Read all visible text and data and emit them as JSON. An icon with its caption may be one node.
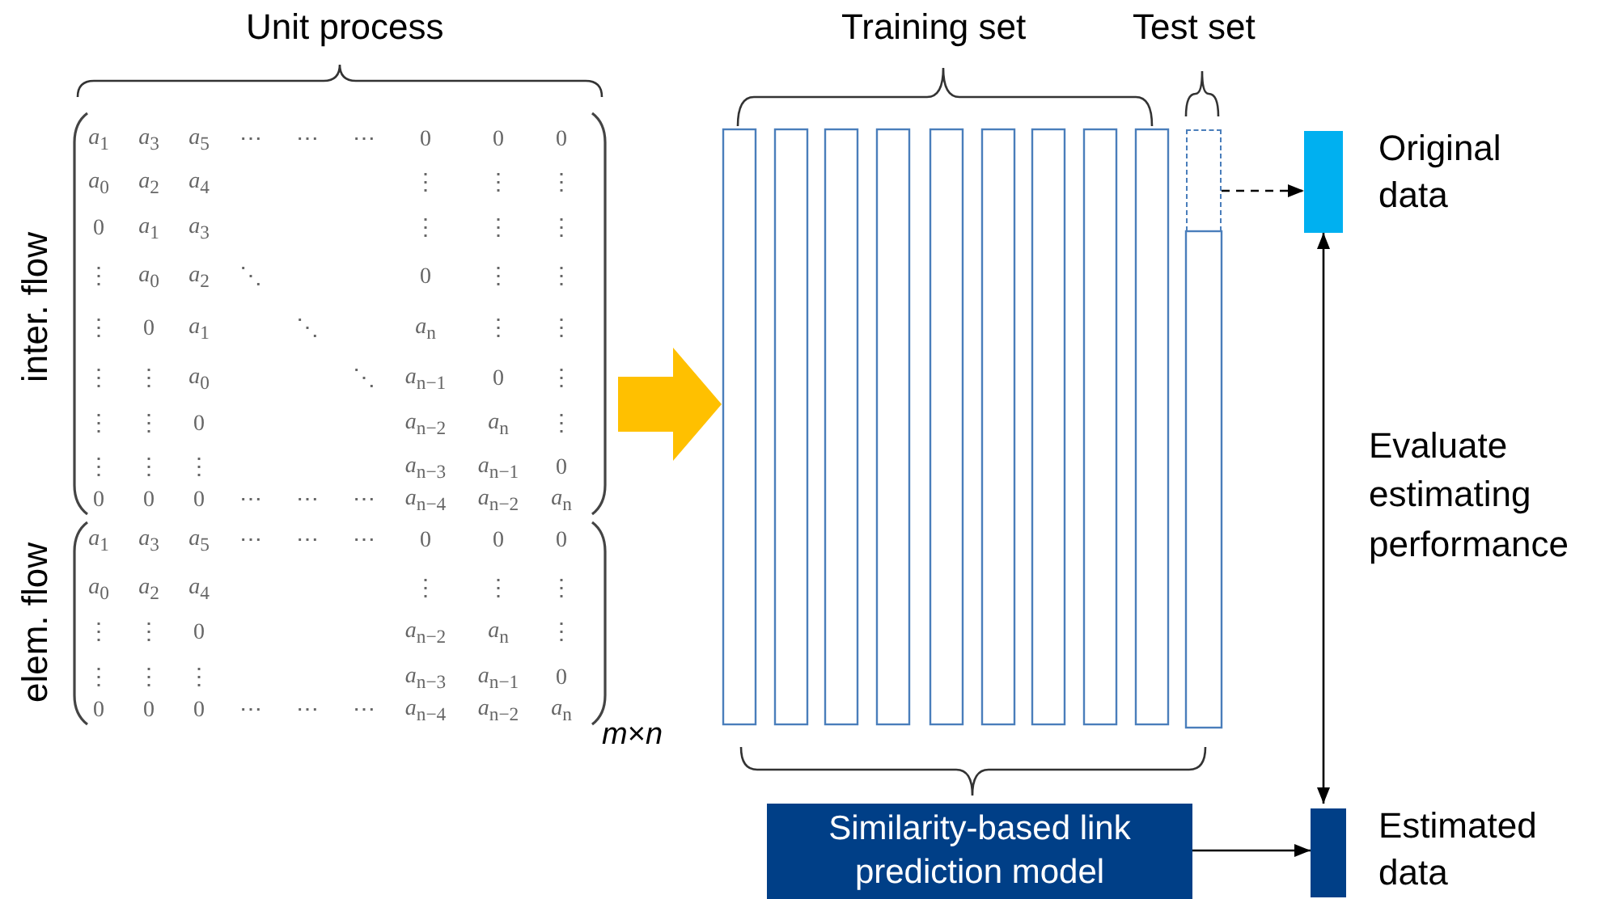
{
  "diagram": {
    "nodes": [
      {
        "text": [],
        "shape": "box"
      },
      {
        "text": [],
        "shape": "box"
      },
      {
        "text": [],
        "shape": "box",
        "in": 1
      },
      {
        "text": [
          "Original data"
        ]
      },
      {
        "text": [
          "Similarity-based link prediction model"
        ]
      },
      {
        "text": [
          "Estimated data"
        ]
      }
    ],
    "edges": [
      {
        "from": 0,
        "to": 1,
        "arrow": "to",
        "style": "thick",
        "color": "#ffc000"
      },
      {
        "from": 2,
        "to": 3,
        "arrow": "to",
        "style": "dashed"
      },
      {
        "from": 3,
        "to": 5,
        "arrow": "both",
        "label": "Evaluate estimating performance"
      },
      {
        "from": 4,
        "to": 5,
        "arrow": "to"
      }
    ],
    "labels": [
      "Unit process",
      "inter. flow",
      "*a*$_{1}$",
      "*a*$_{3}$",
      "*a*$_{5}$",
      "⋯",
      "⋯",
      "⋯",
      "0",
      "0",
      "0",
      "*a*$_{0}$",
      "*a*$_{2}$",
      "*a*$_{4}$",
      "⋮",
      "⋮",
      "⋮",
      "0",
      "*a*$_{1}$",
      "*a*$_{3}$",
      "⋮",
      "⋮",
      "⋮",
      "⋮",
      "*a*$_{0}$",
      "*a*$_{2}$",
      "⋱",
      "0",
      "⋮",
      "⋮",
      "⋮",
      "0",
      "*a*$_{1}$",
      "⋱",
      "*a*$_{n}$",
      "⋮",
      "⋮",
      "⋮",
      "⋮",
      "*a*$_{0}$",
      "⋱",
      "*a*$_{n−1}$",
      "0",
      "⋮",
      "⋮",
      "⋮",
      "0",
      "*a*$_{n−2}$",
      "*a*$_{n}$",
      "⋮",
      "⋮",
      "⋮",
      "⋮",
      "*a*$_{n−3}$",
      "*a*$_{n−1}$",
      "0",
      "0",
      "0",
      "0",
      "⋯",
      "⋯",
      "⋯",
      "*a*$_{n−4}$",
      "*a*$_{n−2}$",
      "*a*$_{n}$",
      "elem. flow",
      "*a*$_{1}$",
      "*a*$_{3}$",
      "*a*$_{5}$",
      "⋯",
      "⋯",
      "⋯",
      "0",
      "0",
      "0",
      "*a*$_{0}$",
      "*a*$_{2}$",
      "*a*$_{4}$",
      "⋮",
      "⋮",
      "⋮",
      "⋮",
      "⋮",
      "0",
      "*a*$_{n−2}$",
      "*a*$_{n}$",
      "⋮",
      "⋮",
      "⋮",
      "⋮",
      "*a*$_{n−3}$",
      "*a*$_{n−1}$",
      "0",
      "0",
      "0",
      "0",
      "⋯",
      "⋯",
      "⋯",
      "*a*$_{n−4}$",
      "*a*$_{n−2}$",
      "*a*$_{n}$",
      "*m*×*n*",
      "Training set",
      "Test set"
    ]
  }
}
